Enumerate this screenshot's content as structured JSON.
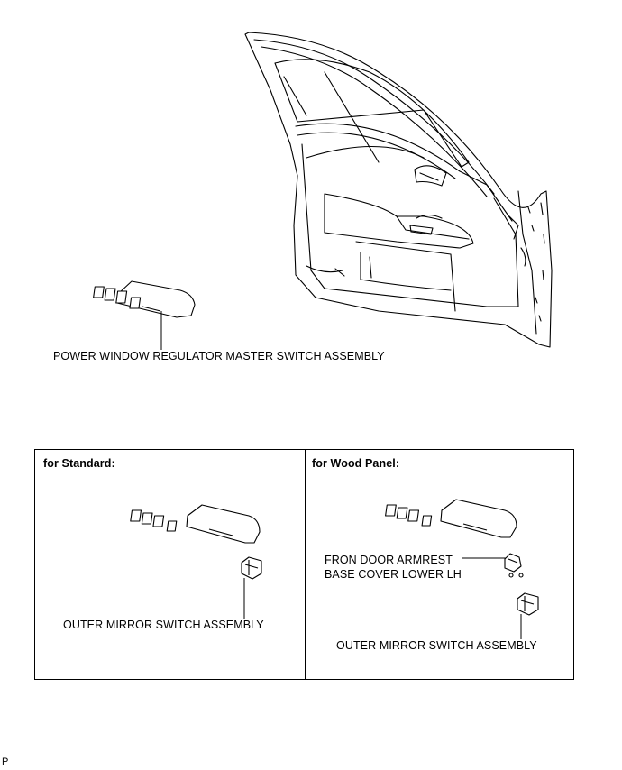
{
  "labels": {
    "master_switch": "POWER WINDOW REGULATOR MASTER SWITCH ASSEMBLY",
    "corner_code": "P"
  },
  "standard_panel": {
    "heading": "for Standard:",
    "mirror_switch": "OUTER MIRROR SWITCH ASSEMBLY"
  },
  "wood_panel": {
    "heading": "for Wood Panel:",
    "armrest_cover_line1": "FRON DOOR ARMREST",
    "armrest_cover_line2": "BASE COVER  LOWER LH",
    "mirror_switch": "OUTER MIRROR SWITCH ASSEMBLY"
  }
}
